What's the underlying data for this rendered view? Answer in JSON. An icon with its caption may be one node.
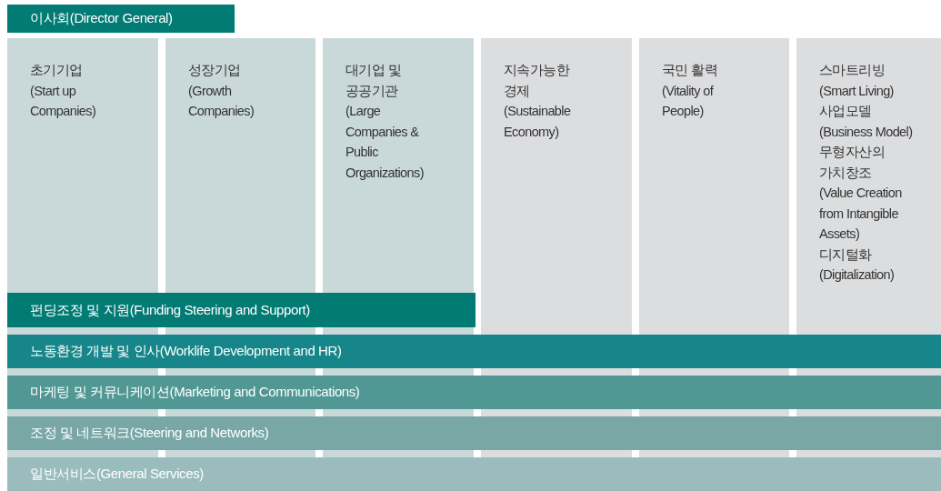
{
  "diagram": {
    "nodes": [
      {
        "text": [
          "이사회(Director General)"
        ]
      },
      {
        "text": [
          "초기기업",
          "(Start up Companies)"
        ]
      },
      {
        "text": [
          "성장기업",
          "(Growth Companies)"
        ]
      },
      {
        "text": [
          "대기업 및 공공기관",
          "(Large Companies & Public Organizations)"
        ]
      },
      {
        "text": [
          "지속가능한 경제",
          "(Sustainable Economy)"
        ]
      },
      {
        "text": [
          "국민 활력",
          "(Vitality of People)"
        ]
      },
      {
        "text": [
          "스마트리빙",
          "(Smart Living)",
          "사업모델",
          "(Business Model)",
          "무형자산의 가치창조",
          "(Value Creation from Intangible Assets)",
          "디지털화",
          "(Digitalization)"
        ]
      },
      {
        "text": [
          "펀딩조정 및 지원(Funding Steering and Support)"
        ]
      },
      {
        "text": [
          "노동환경 개발 및 인사(Worklife Development and HR)"
        ]
      },
      {
        "text": [
          "마케팅 및 커뮤니케이션(Marketing and Communications)"
        ]
      },
      {
        "text": [
          "조정 및 네트워크(Steering and Networks)"
        ]
      },
      {
        "text": [
          "일반서비스(General Services)"
        ]
      }
    ]
  }
}
